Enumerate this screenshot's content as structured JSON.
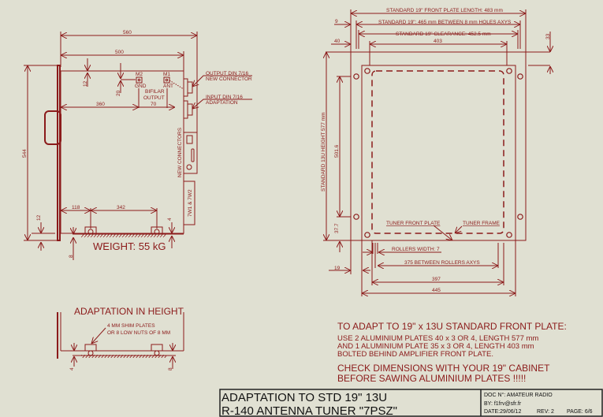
{
  "side_view": {
    "dims": {
      "overall_depth": "560",
      "body_depth": "500",
      "height": "544",
      "top_offset": "12",
      "connector_offset": "20",
      "to_m2": "360",
      "m2_to_m1": "70",
      "front_to_roller": "118",
      "roller_spacing": "342",
      "bottom_offset": "12",
      "frame_gap": "4",
      "floor_gap": "8"
    },
    "labels": {
      "m2": "M2",
      "gnd": "GND",
      "m1": "M1",
      "ant": "ANT",
      "bifilar_1": "BIFILAR",
      "bifilar_2": "OUTPUT",
      "output_din_1": "OUTPUT DIN 7/16",
      "output_din_2": "NEW CONNECTOR",
      "input_din_1": "INPUT DIN 7/16",
      "input_din_2": "ADAPTATION",
      "new_connectors": "NEW CONNECTORS",
      "tw": "7W1 & 7W2"
    },
    "weight": "WEIGHT: 55 kG"
  },
  "front_view": {
    "front_plate_length": "STANDARD 19\" FRONT PLATE LENGTH: 483 mm",
    "holes_axys": "STANDARD 19\": 465 mm BETWEEN 8 mm HOLES AXYS",
    "clearance": "STANDARD 19\" CLEARANCE: 452.5 mm",
    "d9": "9",
    "d40": "40",
    "d403": "403",
    "d33": "33",
    "height": "STANDARD 13U HEIGHT 577 mm",
    "d501": "501.6",
    "d37": "37.7",
    "tuner_front_plate": "TUNER FRONT PLATE",
    "tuner_frame": "TUNER FRAME",
    "rollers_width": "ROLLERS WIDTH: 7",
    "rollers_axys": "375 BETWEEN ROLLERS AXYS",
    "d19": "19",
    "d397": "397",
    "d445": "445"
  },
  "adaptation": {
    "title": "ADAPTATION IN HEIGHT",
    "shim_1": "4 MM SHIM PLATES",
    "shim_2": "OR 8 LOW NUTS OF 8 MM",
    "d4": "4",
    "d8": "8"
  },
  "notes": {
    "heading": "TO ADAPT TO 19\" x 13U STANDARD FRONT PLATE:",
    "line1": "USE 2 ALUMINIUM PLATES 40 x 3 OR 4, LENGTH 577 mm",
    "line2": "AND 1 ALUMINIUM PLATE 35 x 3 OR 4, LENGTH 403 mm",
    "line3": "BOLTED BEHIND AMPLIFIER FRONT PLATE.",
    "warn1": "CHECK DIMENSIONS WITH YOUR 19\" CABINET",
    "warn2": "BEFORE SAWING ALUMINIUM PLATES !!!!!"
  },
  "title_block": {
    "title1": "ADAPTATION TO STD 19\"  13U",
    "title2": "R-140 ANTENNA TUNER \"7PSZ\"",
    "doc": "DOC N°: AMATEUR RADIO",
    "by": "BY:  f1frv@sfr.fr",
    "date": "DATE:29/06/12",
    "rev": "REV: 2",
    "page": "PAGE:  6/6"
  }
}
